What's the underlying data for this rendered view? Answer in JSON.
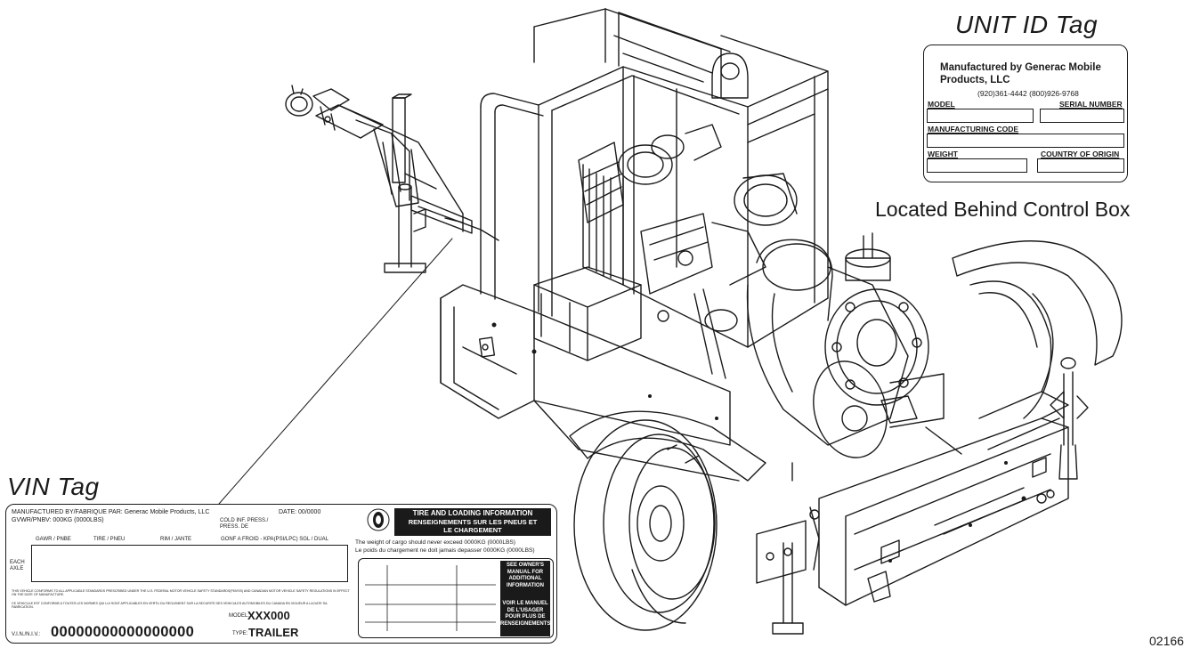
{
  "unit_tag": {
    "title": "UNIT ID Tag",
    "manufacturer": "Manufactured by Generac Mobile Products, LLC",
    "phones": "(920)361-4442  (800)926-9768",
    "model_label": "MODEL",
    "serial_label": "SERIAL NUMBER",
    "mfg_code_label": "MANUFACTURING CODE",
    "weight_label": "WEIGHT",
    "origin_label": "COUNTRY OF ORIGIN",
    "location": "Located Behind Control Box"
  },
  "vin_tag": {
    "title": "VIN Tag",
    "manufactured_by": "MANUFACTURED BY/FABRIQUE PAR:  Generac Mobile Products, LLC",
    "date": "DATE:   00/0000",
    "gvwr": "GVWR/PNBV:    000KG (0000LBS)",
    "cold_press": "COLD INF. PRESS./",
    "press_de": "PRESS. DE",
    "columns": [
      "GAWR / PNBE",
      "TIRE / PNEU",
      "RIM / JANTE",
      "GONF A FROID - KPA(PSI/LPC) SGL / DUAL"
    ],
    "each_axle": "EACH AXLE",
    "conformity_en": "THIS VEHICLE CONFORMS TO ALL APPLICABLE STANDARDS PRESCRIBED UNDER THE U.S. FEDERAL MOTOR VEHICLE SAFETY STANDARDS(FMVSS) AND CANADIAN MOTOR VEHICLE SAFETY REGULATIONS IN EFFECT ON THE DATE OF MANUFACTURE.",
    "conformity_fr": "CE VEHICULE EST CONFORME A TOUTES LES NORMES QUI LUI SONT APPLICABLES EN VERTU DU REGLEMENT SUR LA SECURITE DES VEHICULES AUTOMOBILES DU CANADA EN VIGUEUR A LA DATE SA FABRICATION.",
    "model_label": "MODEL:",
    "model_value": "XXX000",
    "vin_label": "V.I.N./N.I.V.:",
    "vin_value": "00000000000000000",
    "type_label": "TYPE:",
    "type_value": "TRAILER",
    "tire_header": "TIRE AND LOADING INFORMATION",
    "tire_header_fr": "RENSEIGNEMENTS SUR LES PNEUS ET LE CHARGEMENT",
    "cargo_en": "The weight of cargo should never exceed 0000KG (0000LBS)",
    "cargo_fr": "Le poids du chargement ne doit jamais depasser 0000KG (0000LBS)",
    "see_manual": "SEE OWNER'S MANUAL FOR ADDITIONAL INFORMATION",
    "voir_manuel": "VOIR LE MANUEL DE L'USAGER POUR PLUS DE RENSEIGNEMENTS"
  },
  "figure_number": "02166"
}
